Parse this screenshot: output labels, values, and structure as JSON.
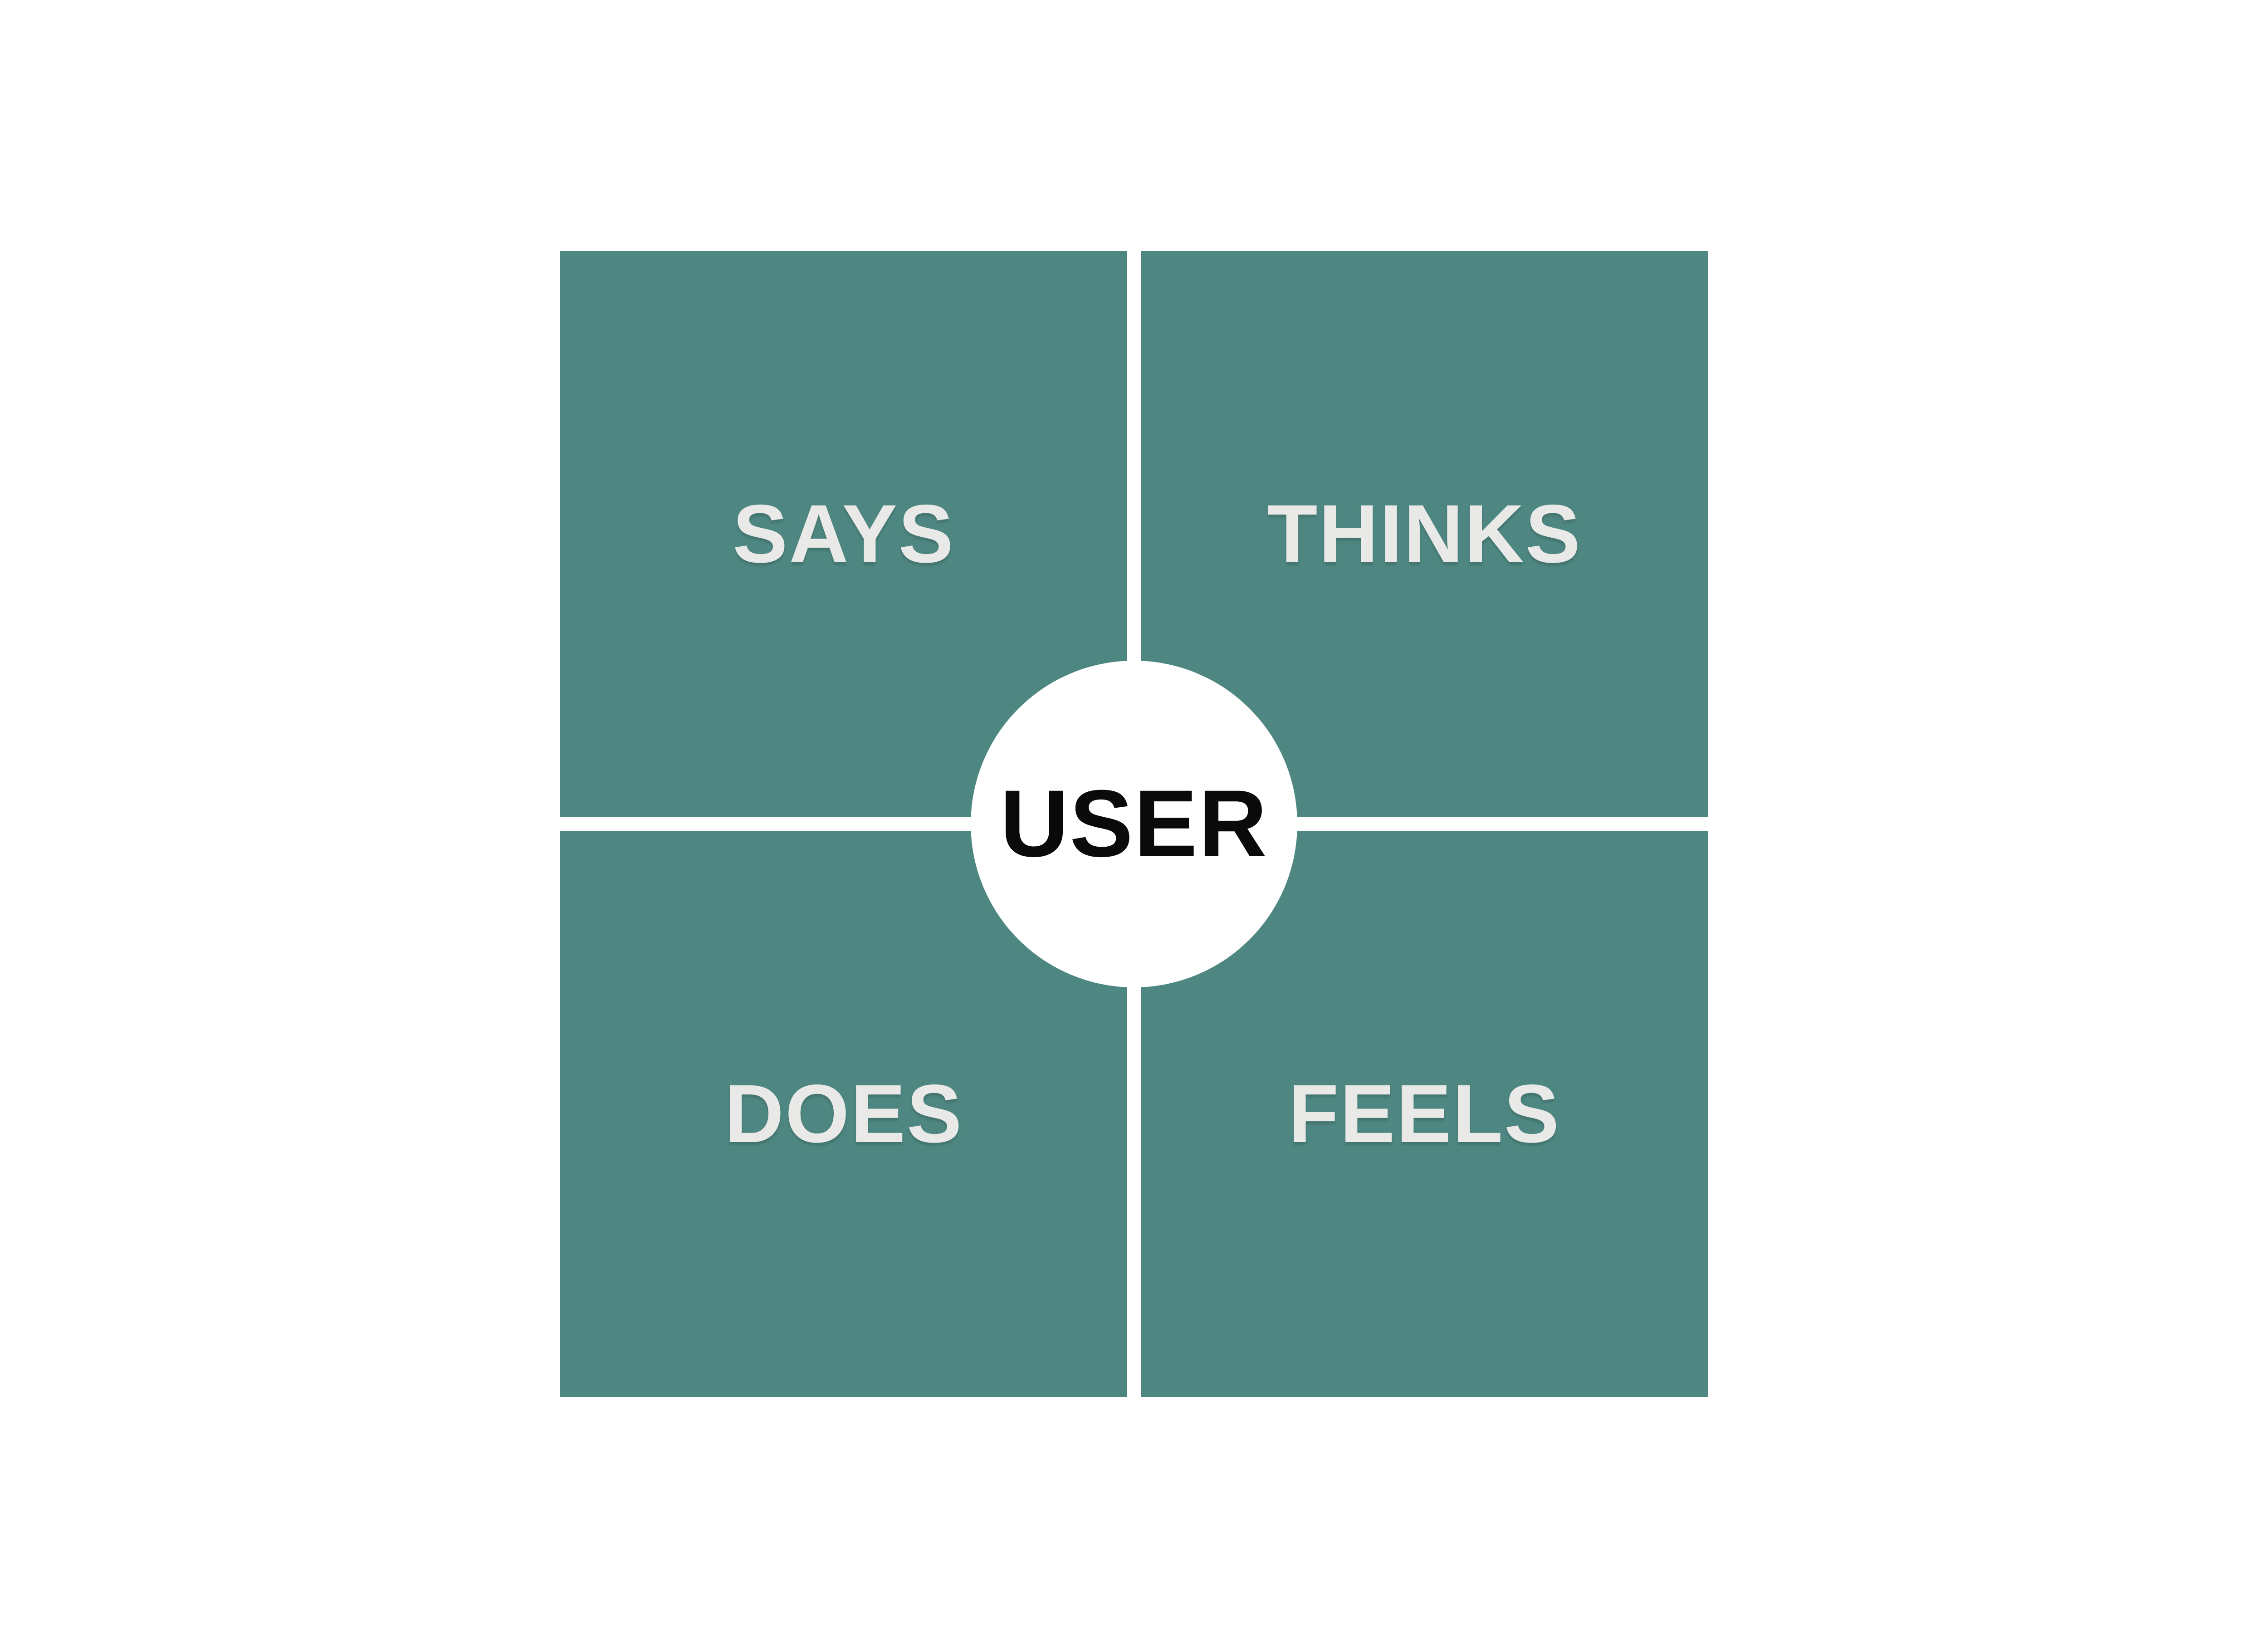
{
  "diagram": {
    "type": "user-empathy-map",
    "center_label": "USER",
    "quadrants": [
      {
        "id": "says",
        "position": "top-left",
        "label": "SAYS"
      },
      {
        "id": "thinks",
        "position": "top-right",
        "label": "THINKS"
      },
      {
        "id": "does",
        "position": "bottom-left",
        "label": "DOES"
      },
      {
        "id": "feels",
        "position": "bottom-right",
        "label": "FEELS"
      }
    ]
  },
  "theme": {
    "background": "#ffffff",
    "quadrant_fill": "#4e8681",
    "quadrant_label_color": "#e9eae8",
    "divider_color": "#ffffff",
    "center_fill": "#ffffff",
    "center_label_color": "#0a0a0a"
  }
}
